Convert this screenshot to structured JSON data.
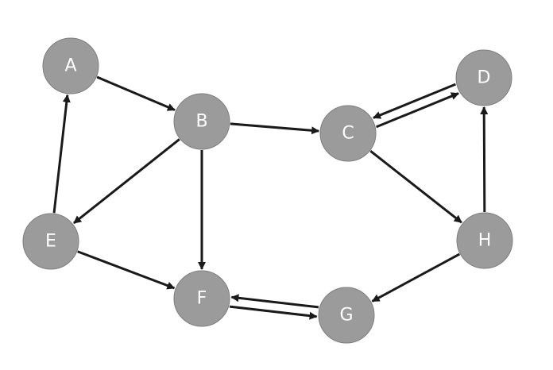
{
  "nodes": [
    {
      "id": "A",
      "label": "A"
    },
    {
      "id": "B",
      "label": "B"
    },
    {
      "id": "C",
      "label": "C"
    },
    {
      "id": "D",
      "label": "D"
    },
    {
      "id": "E",
      "label": "E"
    },
    {
      "id": "F",
      "label": "F"
    },
    {
      "id": "G",
      "label": "G"
    },
    {
      "id": "H",
      "label": "H"
    }
  ],
  "edges": [
    {
      "from": "A",
      "to": "B"
    },
    {
      "from": "B",
      "to": "C"
    },
    {
      "from": "B",
      "to": "E"
    },
    {
      "from": "B",
      "to": "F"
    },
    {
      "from": "E",
      "to": "A"
    },
    {
      "from": "E",
      "to": "F"
    },
    {
      "from": "C",
      "to": "D"
    },
    {
      "from": "D",
      "to": "C"
    },
    {
      "from": "C",
      "to": "H"
    },
    {
      "from": "H",
      "to": "D"
    },
    {
      "from": "H",
      "to": "G"
    },
    {
      "from": "F",
      "to": "G"
    },
    {
      "from": "G",
      "to": "F"
    }
  ],
  "colors": {
    "node_fill": "#9b9b9b",
    "node_stroke": "#7f7f7f",
    "node_text": "#ffffff",
    "edge": "#1a1a1a"
  }
}
